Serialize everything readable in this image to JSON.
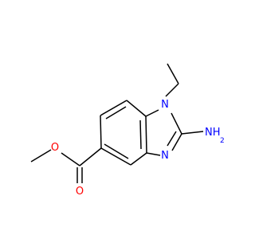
{
  "molecule": {
    "atom_labels": {
      "n1": "N",
      "n3": "N",
      "nh2_main": "NH",
      "nh2_sub": "2",
      "o_ether": "O",
      "o_carbonyl": "O"
    },
    "colors": {
      "nitrogen": "#0000ff",
      "oxygen": "#ff0000",
      "bond": "#000000"
    }
  }
}
